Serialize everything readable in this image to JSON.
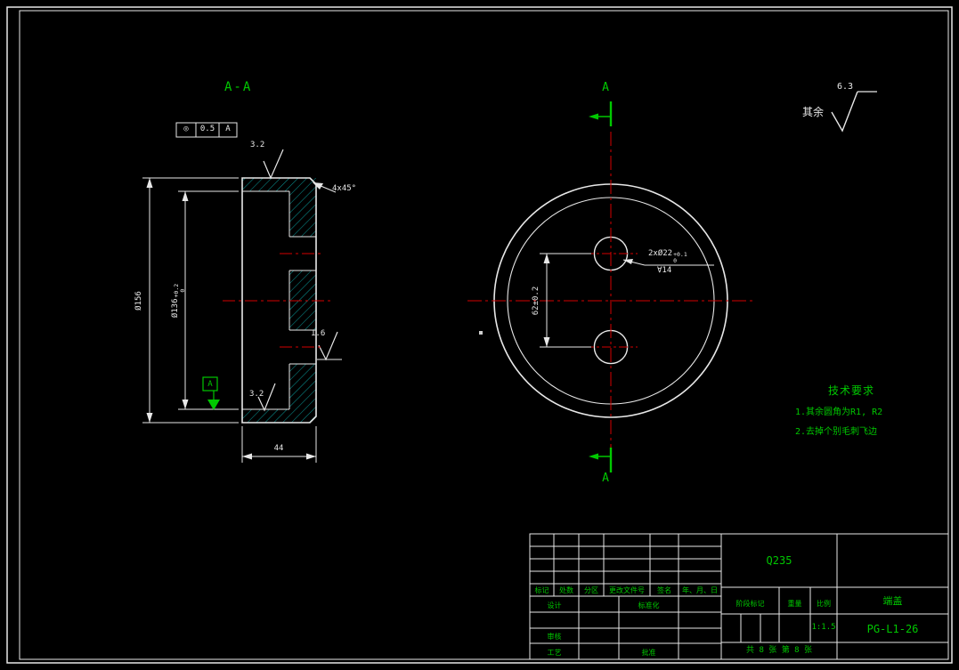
{
  "colors": {
    "background": "#000000",
    "line_white": "#e8e8e8",
    "annotation_green": "#00c800",
    "centerline_red": "#d40000",
    "hatch_teal": "#0a9a9a"
  },
  "section_view": {
    "title": "A-A",
    "gdt": {
      "symbol": "◎",
      "tolerance": "0.5",
      "datum": "A"
    },
    "outer_dia": "Ø156",
    "inner_dia": {
      "base": "Ø136",
      "tol_up": "+0.2",
      "tol_dn": "0"
    },
    "depth_dim": "44",
    "chamfer_note": "4x45°",
    "roughness_top": "3.2",
    "roughness_mid": "1.6",
    "roughness_bottom": "3.2",
    "datum_label": "A"
  },
  "circular_view": {
    "cut_label_top": "A",
    "cut_label_bottom": "A",
    "holes_note": {
      "base": "2xØ22",
      "tol_up": "+0.1",
      "tol_dn": "0",
      "depth": "∀14"
    },
    "spacing_dim": "62±0.2"
  },
  "general_roughness": {
    "prefix": "其余",
    "value": "6.3"
  },
  "tech_req": {
    "title": "技术要求",
    "item1": "1.其余圆角为R1, R2",
    "item2": "2.去掉个别毛刺飞边"
  },
  "title_block": {
    "headers": [
      "标记",
      "处数",
      "分区",
      "更改文件号",
      "签名",
      "年、月、日"
    ],
    "design": "设计",
    "standardization": "标准化",
    "check": "审核",
    "process": "工艺",
    "approve": "批准",
    "material": "Q235",
    "stage_label": "阶段标记",
    "weight_label": "重量",
    "scale_label": "比例",
    "scale_value": "1:1.5",
    "sheet_info": "共 8 张  第 8 张",
    "part_name": "端盖",
    "drawing_no": "PG-L1-26"
  }
}
